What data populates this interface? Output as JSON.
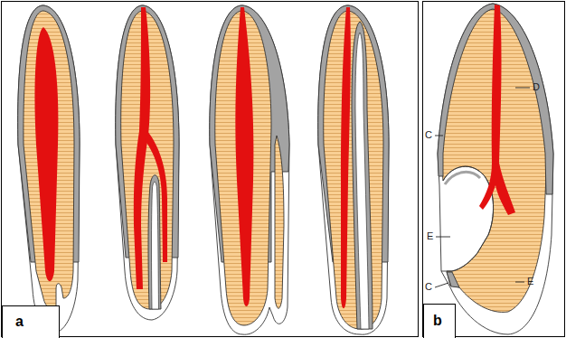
{
  "diagram": {
    "nodes": [
      {
        "text": [
          "a"
        ]
      },
      {
        "text": [
          "b"
        ]
      }
    ],
    "labels": [
      "C",
      "D",
      "E",
      "C",
      "E"
    ]
  }
}
